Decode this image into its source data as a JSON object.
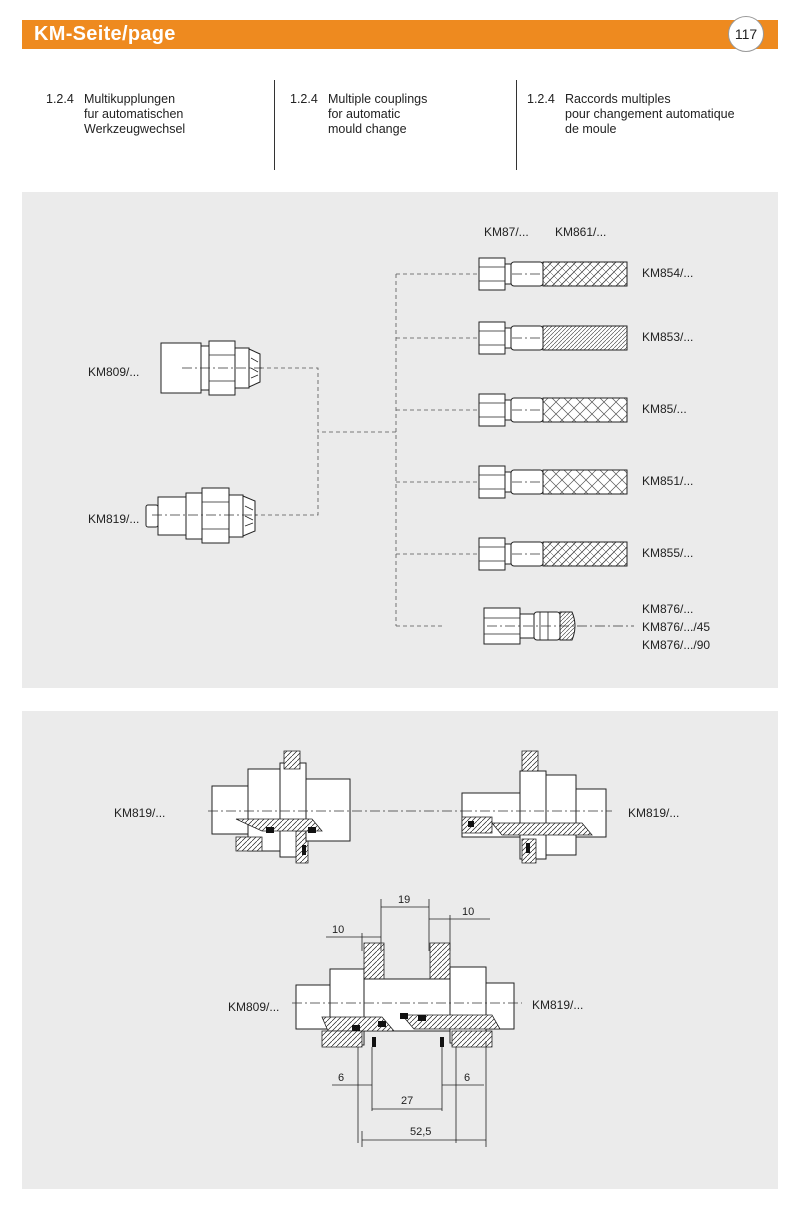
{
  "header": {
    "title": "KM-Seite/page",
    "page_number": "117"
  },
  "intro": [
    {
      "number": "1.2.4",
      "text": "Multikupplungen\nfur automatischen\nWerkzeugwechsel"
    },
    {
      "number": "1.2.4",
      "text": "Multiple couplings\nfor automatic\nmould change"
    },
    {
      "number": "1.2.4",
      "text": "Raccords multiples\npour changement automatique\nde moule"
    }
  ],
  "top_panel": {
    "column_headers": [
      "KM87/...",
      "KM861/..."
    ],
    "couplings": [
      "KM809/...",
      "KM819/..."
    ],
    "hoses": [
      "KM854/...",
      "KM853/...",
      "KM85/...",
      "KM851/...",
      "KM855/..."
    ],
    "fitting_labels": [
      "KM876/...",
      "KM876/.../45",
      "KM876/.../90"
    ]
  },
  "bottom_panel": {
    "separated_left": "KM819/...",
    "separated_right": "KM819/...",
    "joined_left": "KM809/...",
    "joined_right": "KM819/...",
    "dimensions": {
      "top": "19",
      "left": "10",
      "right": "10",
      "bottom_left": "6",
      "bottom_right": "6",
      "inner": "27",
      "overall": "52,5"
    }
  }
}
